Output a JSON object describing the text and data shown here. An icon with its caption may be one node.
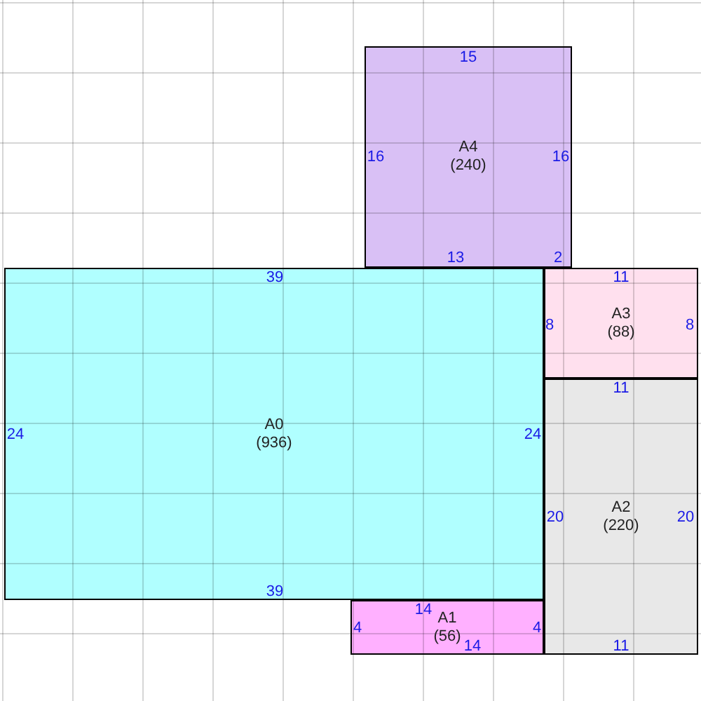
{
  "diagram": {
    "nodes": [
      {
        "text": [
          "A4",
          "(240)"
        ]
      },
      {
        "text": [
          "A0",
          "(936)"
        ]
      },
      {
        "text": [
          "A3",
          "(88)"
        ]
      },
      {
        "text": [
          "A2",
          "(220)"
        ]
      },
      {
        "text": [
          "A1",
          "(56)"
        ]
      }
    ],
    "labels": [
      "15",
      "16",
      "16",
      "13",
      "2",
      "39",
      "11",
      "8",
      "8",
      "11",
      "24",
      "24",
      "20",
      "20",
      "39",
      "14",
      "4",
      "4",
      "14",
      "11"
    ]
  }
}
